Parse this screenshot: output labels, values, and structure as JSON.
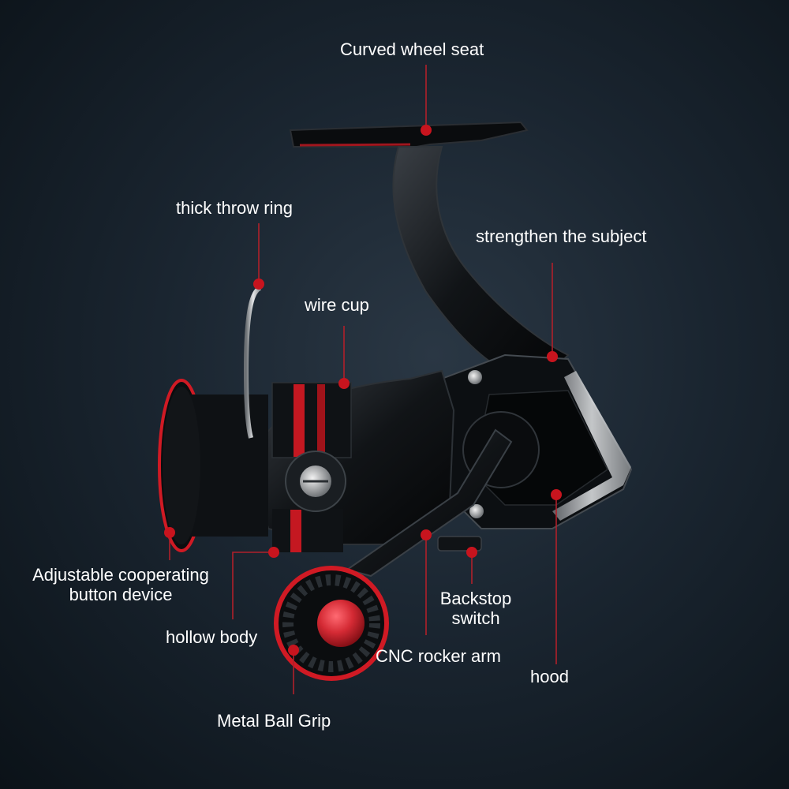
{
  "colors": {
    "background": "#1a2530",
    "leader_line": "#b0202a",
    "marker": "#c8141e",
    "label_text": "#ffffff",
    "accent_red": "#d01a24"
  },
  "callouts": [
    {
      "id": "curved-wheel-seat",
      "text": "Curved wheel seat"
    },
    {
      "id": "thick-throw-ring",
      "text": "thick throw ring"
    },
    {
      "id": "strengthen-the-subject",
      "text": "strengthen the subject"
    },
    {
      "id": "wire-cup",
      "text": "wire cup"
    },
    {
      "id": "adjustable-button",
      "line1": "Adjustable cooperating",
      "line2": "button device"
    },
    {
      "id": "hollow-body",
      "text": "hollow body"
    },
    {
      "id": "backstop-switch",
      "line1": "Backstop",
      "line2": "switch"
    },
    {
      "id": "cnc-rocker-arm",
      "text": "CNC rocker arm"
    },
    {
      "id": "hood",
      "text": "hood"
    },
    {
      "id": "metal-ball-grip",
      "text": "Metal Ball Grip"
    }
  ]
}
